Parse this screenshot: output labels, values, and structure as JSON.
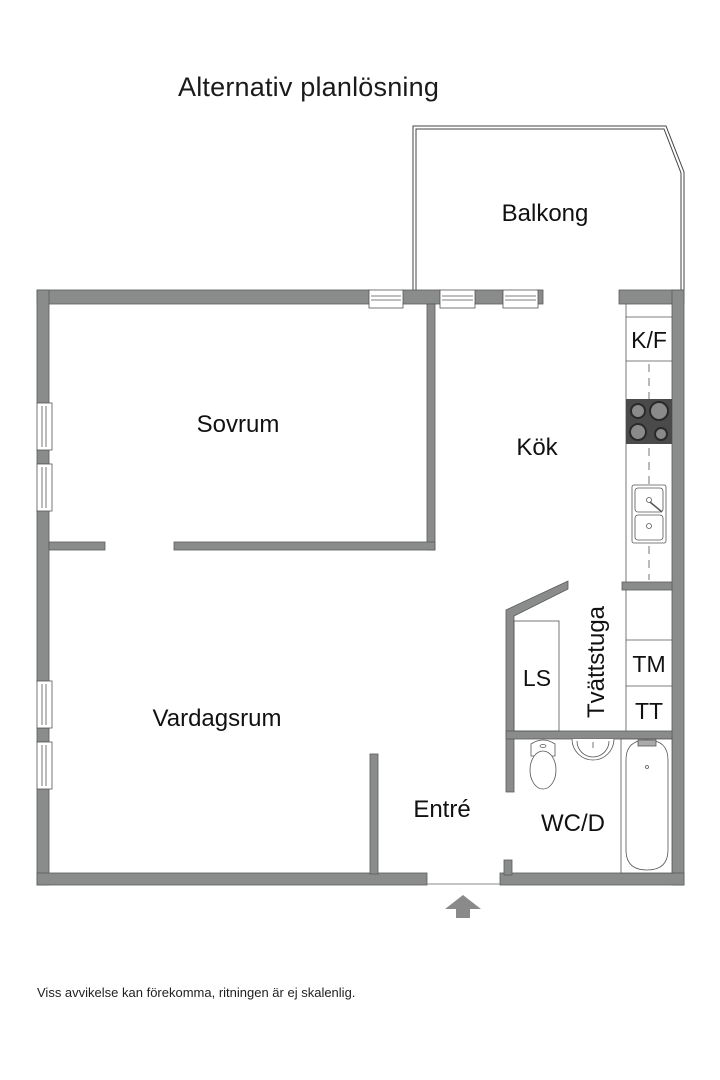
{
  "title": "Alternativ planlösning",
  "footnote": "Viss avvikelse kan förekomma, ritningen är ej skalenlig.",
  "colors": {
    "wall": "#8a8c8c",
    "wall_outline": "#5a5a5a",
    "stove": "#4a4a4a",
    "background": "#ffffff"
  },
  "rooms": {
    "balcony": "Balkong",
    "bedroom": "Sovrum",
    "kitchen": "Kök",
    "living_room": "Vardagsrum",
    "entrance": "Entré",
    "bathroom": "WC/D",
    "laundry": "Tvättstuga"
  },
  "fixtures": {
    "fridge_freezer": "K/F",
    "linen_cabinet": "LS",
    "washing_machine": "TM",
    "tumble_dryer": "TT"
  },
  "icons": {
    "entrance_arrow": "entrance-arrow-icon"
  }
}
